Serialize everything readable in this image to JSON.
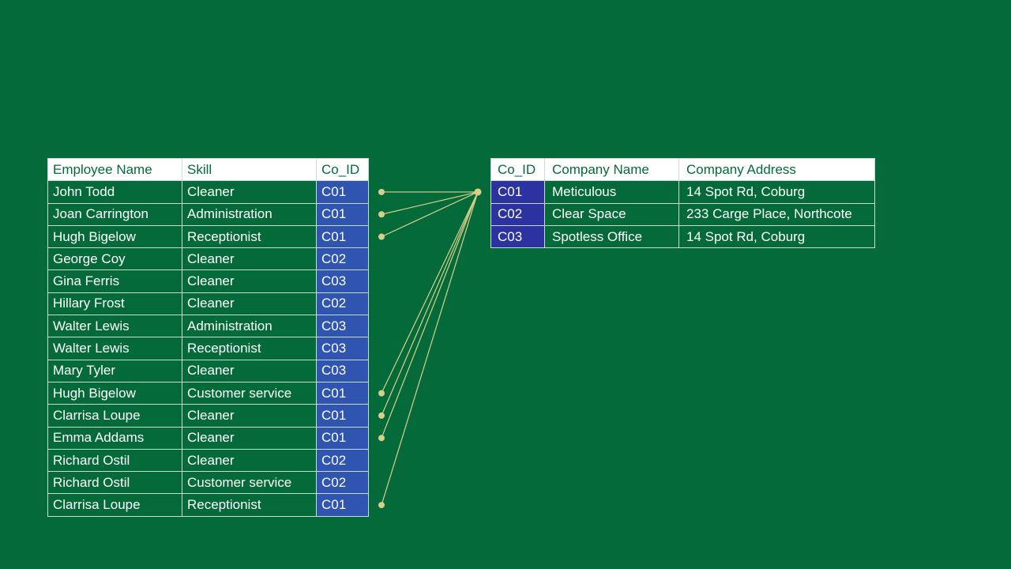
{
  "employees": {
    "headers": [
      "Employee Name",
      "Skill",
      "Co_ID"
    ],
    "rows": [
      [
        "John Todd",
        "Cleaner",
        "C01"
      ],
      [
        "Joan Carrington",
        "Administration",
        "C01"
      ],
      [
        "Hugh Bigelow",
        "Receptionist",
        "C01"
      ],
      [
        "George Coy",
        "Cleaner",
        "C02"
      ],
      [
        "Gina Ferris",
        "Cleaner",
        "C03"
      ],
      [
        "Hillary Frost",
        "Cleaner",
        "C02"
      ],
      [
        "Walter Lewis",
        "Administration",
        "C03"
      ],
      [
        "Walter Lewis",
        "Receptionist",
        "C03"
      ],
      [
        "Mary Tyler",
        "Cleaner",
        "C03"
      ],
      [
        "Hugh Bigelow",
        "Customer service",
        "C01"
      ],
      [
        "Clarrisa Loupe",
        "Cleaner",
        "C01"
      ],
      [
        "Emma Addams",
        "Cleaner",
        "C01"
      ],
      [
        "Richard Ostil",
        "Cleaner",
        "C02"
      ],
      [
        "Richard Ostil",
        "Customer service",
        "C02"
      ],
      [
        "Clarrisa Loupe",
        "Receptionist",
        "C01"
      ]
    ]
  },
  "companies": {
    "headers": [
      "Co_ID",
      "Company Name",
      "Company Address"
    ],
    "rows": [
      [
        "C01",
        "Meticulous",
        "14 Spot Rd, Coburg"
      ],
      [
        "C02",
        "Clear Space",
        "233 Carge Place, Northcote"
      ],
      [
        "C03",
        "Spotless Office",
        "14 Spot Rd, Coburg"
      ]
    ]
  },
  "links": {
    "highlighted_co_id": "C01",
    "line_color": "#d8cf8a"
  },
  "colors": {
    "background": "#056a3a",
    "employee_id_cell": "#2f55b0",
    "company_id_cell": "#2c33a0"
  }
}
